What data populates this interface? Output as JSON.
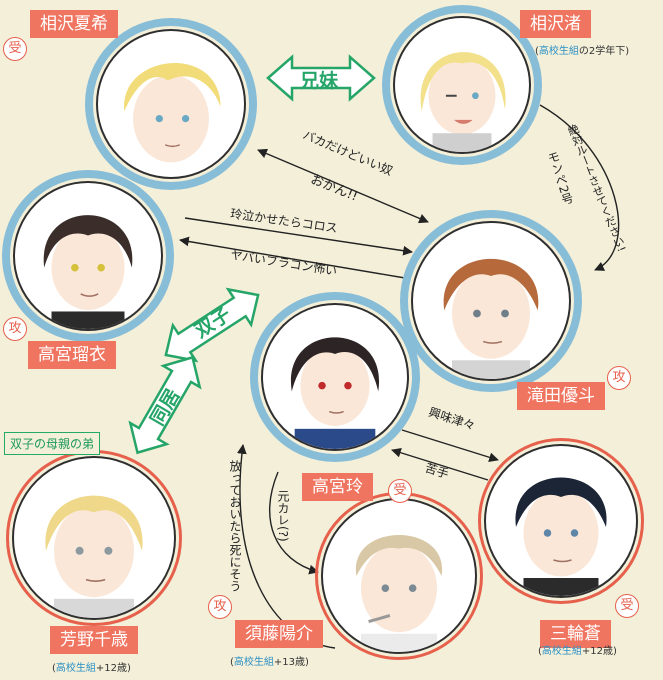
{
  "characters": {
    "natsuki": {
      "name": "相沢夏希",
      "role": "受"
    },
    "nagisa": {
      "name": "相沢渚",
      "meta_prefix": "(",
      "meta_group": "高校生組",
      "meta_suffix": "の2学年下)"
    },
    "ryui": {
      "name": "高宮瑠衣",
      "role": "攻"
    },
    "yuto": {
      "name": "滝田優斗",
      "role": "攻"
    },
    "rei": {
      "name": "高宮玲",
      "role": "受"
    },
    "chitose": {
      "name": "芳野千歳",
      "meta_prefix": "(",
      "meta_group": "高校生組",
      "meta_suffix": "+12歳)"
    },
    "yosuke": {
      "name": "須藤陽介",
      "role": "攻",
      "meta_prefix": "(",
      "meta_group": "高校生組",
      "meta_suffix": "+13歳)"
    },
    "ao": {
      "name": "三輪蒼",
      "role": "受",
      "meta_prefix": "(",
      "meta_group": "高校生組",
      "meta_suffix": "+12歳)"
    }
  },
  "relations": {
    "siblings": "兄妹",
    "twins": "双子",
    "cohabit": "同居",
    "mother_brother_note": "双子の母親の弟"
  },
  "labels": {
    "baka": "バカだけどいい奴",
    "okan": "おかん!!",
    "reinaki": "玲泣かせたらコロス",
    "yabai": "ヤバいブラコン怖い",
    "moto_kare": "元カレ(?)",
    "houtte": "放っておいたら死にそう",
    "kyoumi": "興味津々",
    "nigate": "苦手",
    "mon2": "モンペ2号",
    "zettai": "絶対ルートさせてください!"
  },
  "colors": {
    "accent": "#f07560",
    "ring_blue": "#88bdd7",
    "ring_red": "#e6604c",
    "green": "#26a568",
    "background": "#f3efd9"
  }
}
